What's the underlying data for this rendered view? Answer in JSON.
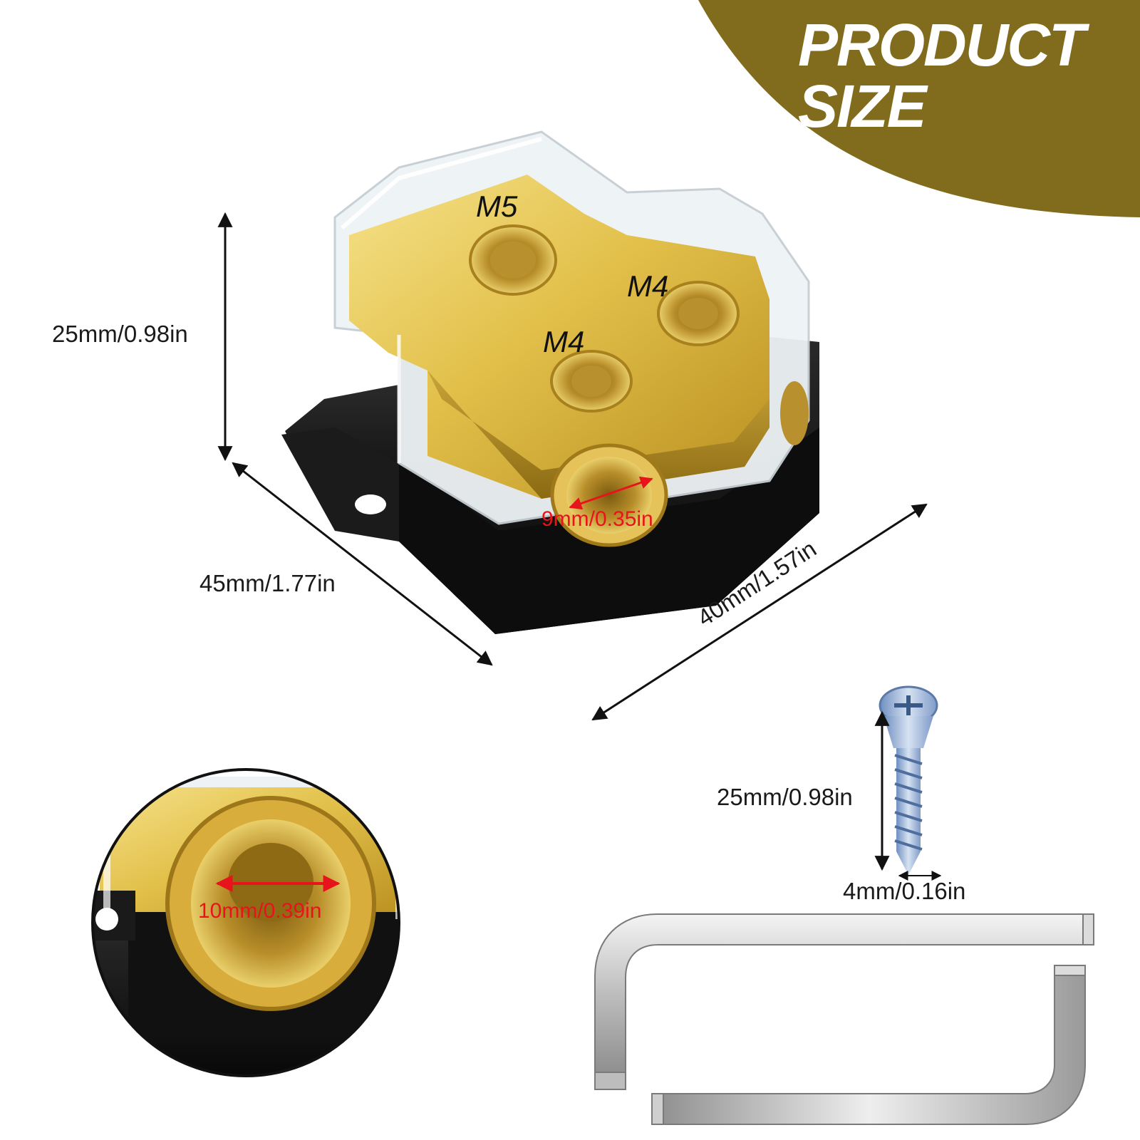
{
  "banner": {
    "line1": "PRODUCT",
    "line2": "SIZE",
    "color": "#806c1c"
  },
  "terminals": {
    "top": "M5",
    "right": "M4",
    "front": "M4"
  },
  "dimensions": {
    "height": "25mm/0.98in",
    "length": "45mm/1.77in",
    "width": "40mm/1.57in",
    "side_hole": "9mm/0.35in",
    "front_hole": "10mm/0.39in",
    "screw_length": "25mm/0.98in",
    "screw_diameter": "4mm/0.16in"
  },
  "colors": {
    "gold": "#d9b13a",
    "black_base": "#141414",
    "dimension_red": "#e8141c"
  }
}
